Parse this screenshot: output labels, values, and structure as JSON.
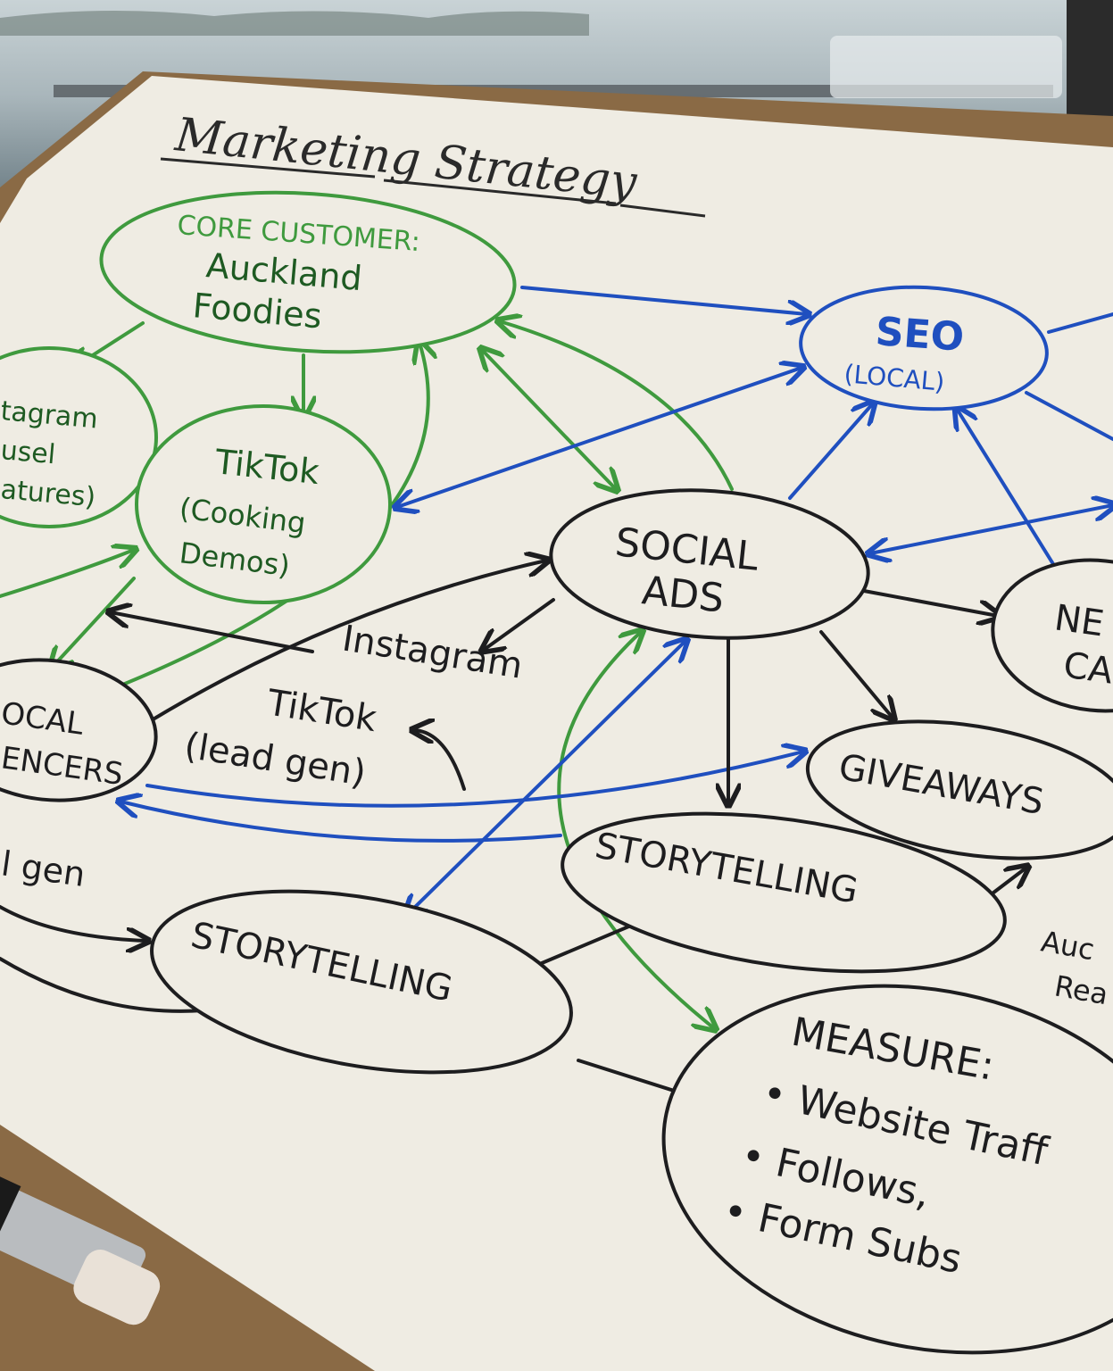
{
  "title": "Marketing Strategy",
  "colors": {
    "green": "#3f9a3e",
    "blue": "#1f4fbf",
    "ink": "#1d1d1f",
    "paper": "#efece3"
  },
  "nodes": {
    "core_customer": {
      "line1": "CORE CUSTOMER:",
      "line2": "Auckland",
      "line3": "Foodies"
    },
    "instagram_carousel": {
      "line1": "tagram",
      "line2": "usel",
      "line3": "atures)"
    },
    "tiktok_demos": {
      "line1": "TikTok",
      "line2": "(Cooking",
      "line3": "Demos)"
    },
    "seo_local": {
      "line1": "SEO",
      "line2": "(LOCAL)"
    },
    "social_ads": {
      "line1": "SOCIAL",
      "line2": "ADS"
    },
    "local_influencers": {
      "line1": "OCAL",
      "line2": "ENCERS"
    },
    "new_ca": {
      "line1": "NE",
      "line2": "CA"
    },
    "giveaways": {
      "label": "GIVEAWAYS"
    },
    "storytelling_right": {
      "label": "STORYTELLING"
    },
    "storytelling_left": {
      "label": "STORYTELLING"
    },
    "measure": {
      "heading": "MEASURE:",
      "item1": "• Website Traff",
      "item2": "• Follows,",
      "item3": "• Form Subs"
    }
  },
  "labels": {
    "instagram": "Instagram",
    "tiktok_lead": "TikTok",
    "lead_gen": "(lead gen)",
    "left_lead_gen": "l gen",
    "auckland_partial": "Auc",
    "rea_partial": "Rea"
  }
}
